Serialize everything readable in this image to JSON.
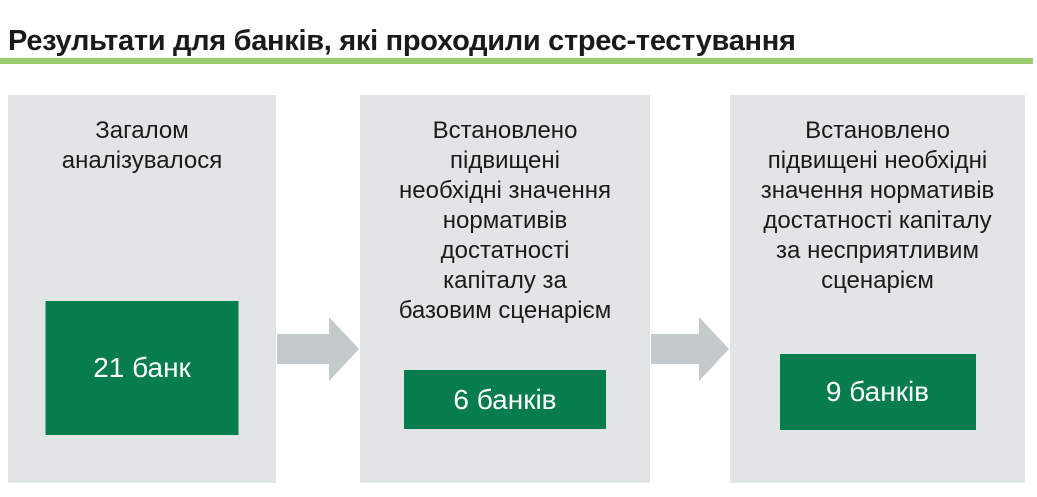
{
  "title": "Результати для банків, які проходили стрес-тестування",
  "steps": [
    {
      "description": "Загалом\nаналізувалося",
      "value": "21 банк"
    },
    {
      "description": "Встановлено\nпідвищені\nнеобхідні значення\nнормативів\nдостатності\nкапіталу за\nбазовим сценарієм",
      "value": "6 банків"
    },
    {
      "description": "Встановлено\nпідвищені необхідні\nзначення нормативів\nдостатності капіталу\nза несприятливим\nсценарієм",
      "value": "9 банків"
    }
  ],
  "icons": {
    "arrow_1": "arrow-right-icon",
    "arrow_2": "arrow-right-icon"
  },
  "colors": {
    "title_text": "#1a1a1a",
    "underline_green": "#9BCB6F",
    "card_background": "#E2E5E6",
    "value_box_green": "#077C4D",
    "value_text": "#FFFFFF",
    "arrow_gray": "#C4C9CC"
  }
}
